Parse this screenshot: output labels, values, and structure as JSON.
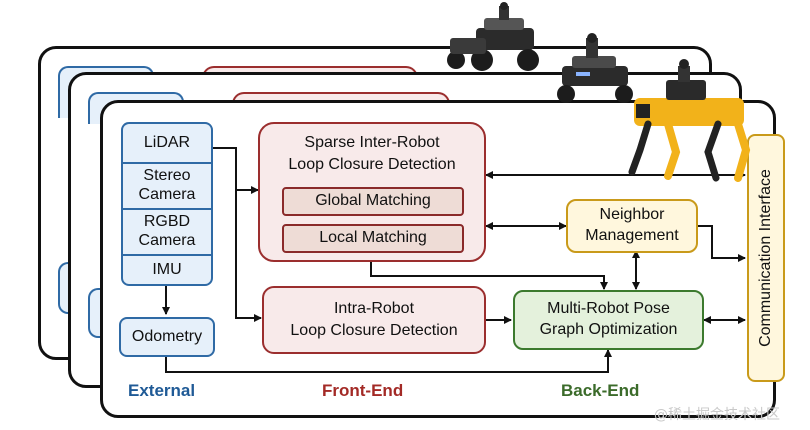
{
  "sensors": [
    "LiDAR",
    "Stereo\nCamera",
    "RGBD\nCamera",
    "IMU"
  ],
  "odometry": "Odometry",
  "sparse_detection": "Sparse Inter-Robot\nLoop Closure Detection",
  "global_matching": "Global Matching",
  "local_matching": "Local Matching",
  "intra_detection": "Intra-Robot\nLoop Closure Detection",
  "neighbor_management": "Neighbor\nManagement",
  "pose_graph": "Multi-Robot Pose\nGraph Optimization",
  "communication_interface": "Communication Interface",
  "section_labels": {
    "external": "External",
    "front_end": "Front-End",
    "back_end": "Back-End"
  },
  "watermark": "@稀土掘金技术社区",
  "colors": {
    "external": "#1f5a96",
    "front_end": "#a32a26",
    "back_end": "#3b6b2a",
    "comm": "#c99a1a"
  },
  "robot_icons": [
    "wheeled-robot-icon",
    "wheeled-robot-icon",
    "quadruped-robot-icon"
  ]
}
